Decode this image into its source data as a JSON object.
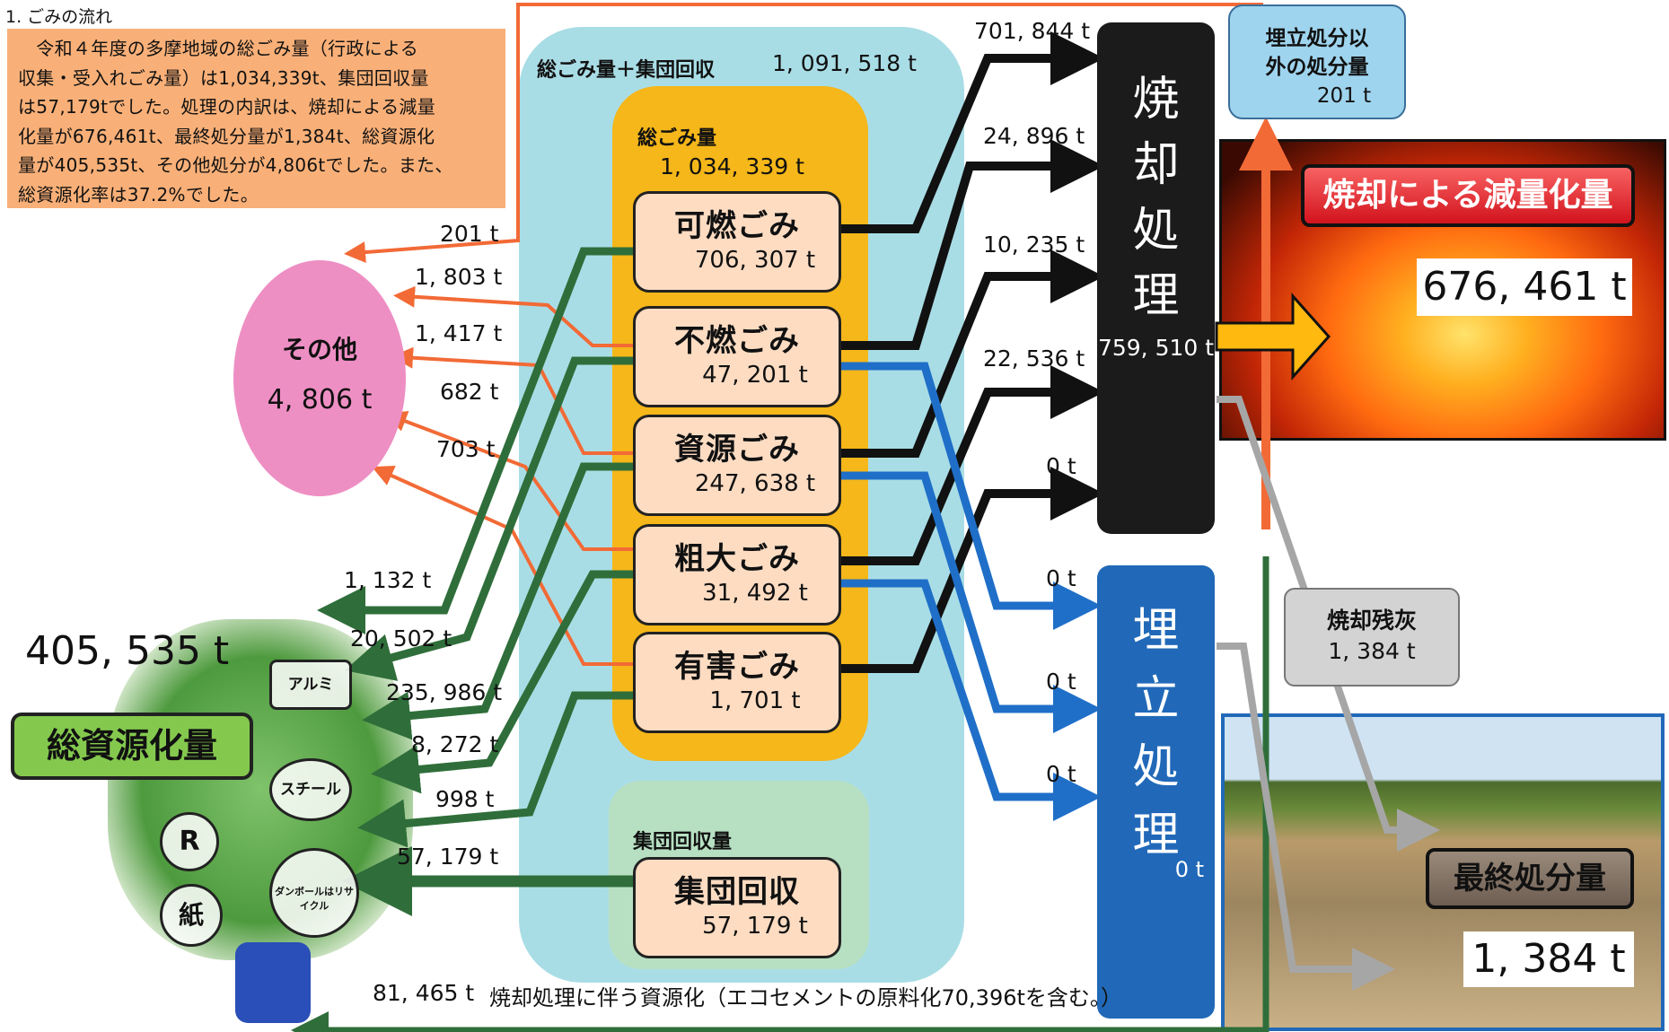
{
  "header": "1. ごみの流れ",
  "intro_lines": [
    "　令和４年度の多摩地域の総ごみ量（行政による",
    "収集・受入れごみ量）は1,034,339t、集団回収量",
    "は57,179tでした。処理の内訳は、焼却による減量",
    "化量が676,461t、最終処分量が1,384t、総資源化",
    "量が405,535t、その他処分が4,806tでした。また、",
    "総資源化率は37.2%でした。"
  ],
  "total": {
    "label": "総ごみ量＋集団回収",
    "value": "1, 091, 518 t"
  },
  "garbage_total": {
    "label": "総ごみ量",
    "value": "1, 034, 339 t"
  },
  "categories": [
    {
      "name": "可燃ごみ",
      "value": "706, 307 t"
    },
    {
      "name": "不燃ごみ",
      "value": "47, 201 t"
    },
    {
      "name": "資源ごみ",
      "value": "247, 638 t"
    },
    {
      "name": "粗大ごみ",
      "value": "31, 492 t"
    },
    {
      "name": "有害ごみ",
      "value": "1, 701 t"
    }
  ],
  "group_collection": {
    "label": "集団回収量",
    "name": "集団回収",
    "value": "57, 179 t"
  },
  "incineration": {
    "label_chars": [
      "焼",
      "却",
      "処",
      "理"
    ],
    "value": "759, 510 t",
    "inflows": [
      "701, 844 t",
      "24, 896 t",
      "10, 235 t",
      "22, 536 t",
      "0 t"
    ]
  },
  "landfill": {
    "label_chars": [
      "埋",
      "立",
      "処",
      "理"
    ],
    "value": "0 t",
    "inflows": [
      "0 t",
      "0 t",
      "0 t"
    ]
  },
  "other_disposal_box": {
    "line1": "埋立処分以",
    "line2": "外の処分量",
    "value": "201 t"
  },
  "reduction": {
    "label": "焼却による減量化量",
    "value": "676, 461 t"
  },
  "ash": {
    "label": "焼却残灰",
    "value": "1, 384 t"
  },
  "final_disposal": {
    "label": "最終処分量",
    "value": "1, 384 t"
  },
  "other": {
    "label": "その他",
    "value": "4, 806 t",
    "inflows": [
      "201 t",
      "1, 803 t",
      "1, 417 t",
      "682 t",
      "703 t"
    ]
  },
  "resource": {
    "label": "総資源化量",
    "value": "405, 535 t",
    "inflows": [
      "1, 132 t",
      "20, 502 t",
      "235, 986 t",
      "8, 272 t",
      "998 t",
      "57, 179 t"
    ]
  },
  "incineration_resource": {
    "value": "81, 465 t",
    "note": "焼却処理に伴う資源化（エコセメントの原料化70,396tを含む。）"
  },
  "recycle_marks": {
    "al": "アルミ",
    "steel": "スチール",
    "r": "R",
    "paper": "紙",
    "cardboard": "ダンボールはリサイクル"
  },
  "colors": {
    "incinerate": "#111111",
    "landfill": "#1f6fc8",
    "other": "#f26a36",
    "resource": "#2f6e3a",
    "group": "#2e7b3c",
    "ash": "#a6a6a6",
    "reduction": "#ffb90f"
  }
}
